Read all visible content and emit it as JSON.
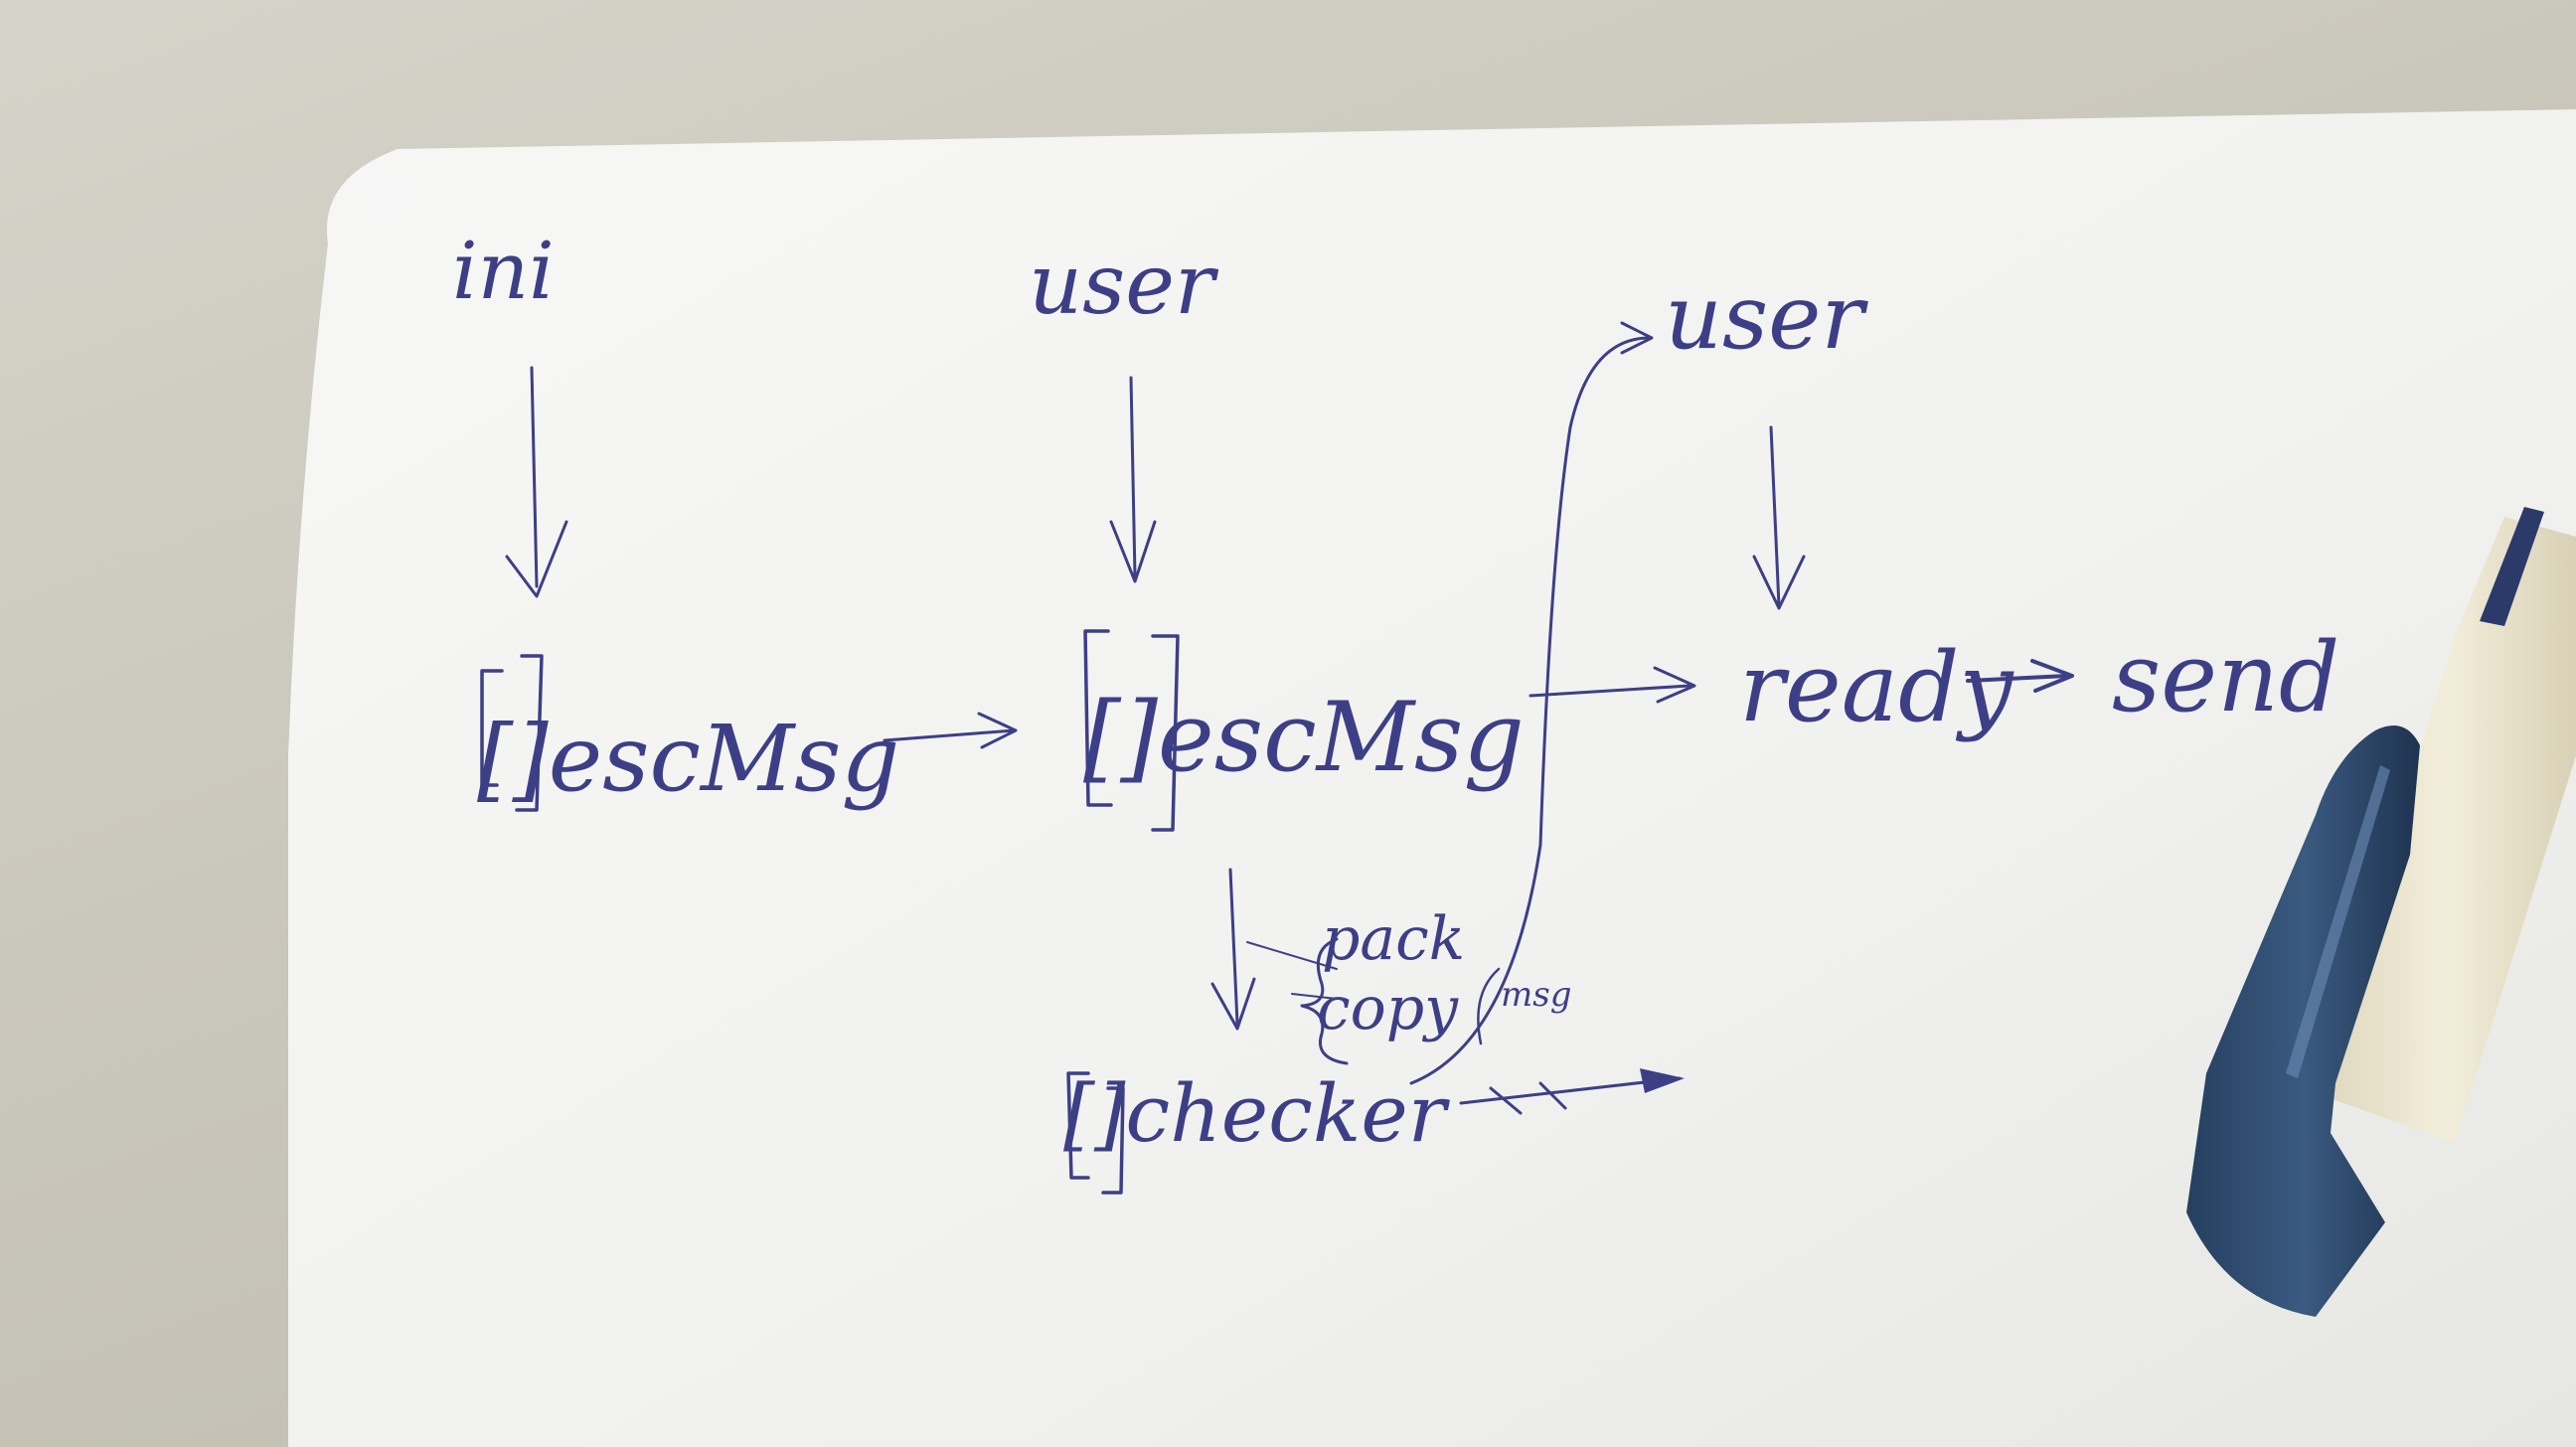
{
  "diagram": {
    "nodes": {
      "ini": "ini",
      "user_1": "user",
      "user_2": "user",
      "escmsg_1": "[]escMsg",
      "escmsg_2": "[]escMsg",
      "ready": "ready",
      "send": "send",
      "checker": "[]checker"
    },
    "annotations": {
      "pack": "pack",
      "copy": "copy",
      "msg": "msg"
    }
  },
  "colors": {
    "ink": "#3d3f86",
    "paper": "#f4f4f2",
    "table": "#c9c6ba",
    "pen_cap": "#2f4a6e",
    "pen_body": "#ece6cf"
  }
}
